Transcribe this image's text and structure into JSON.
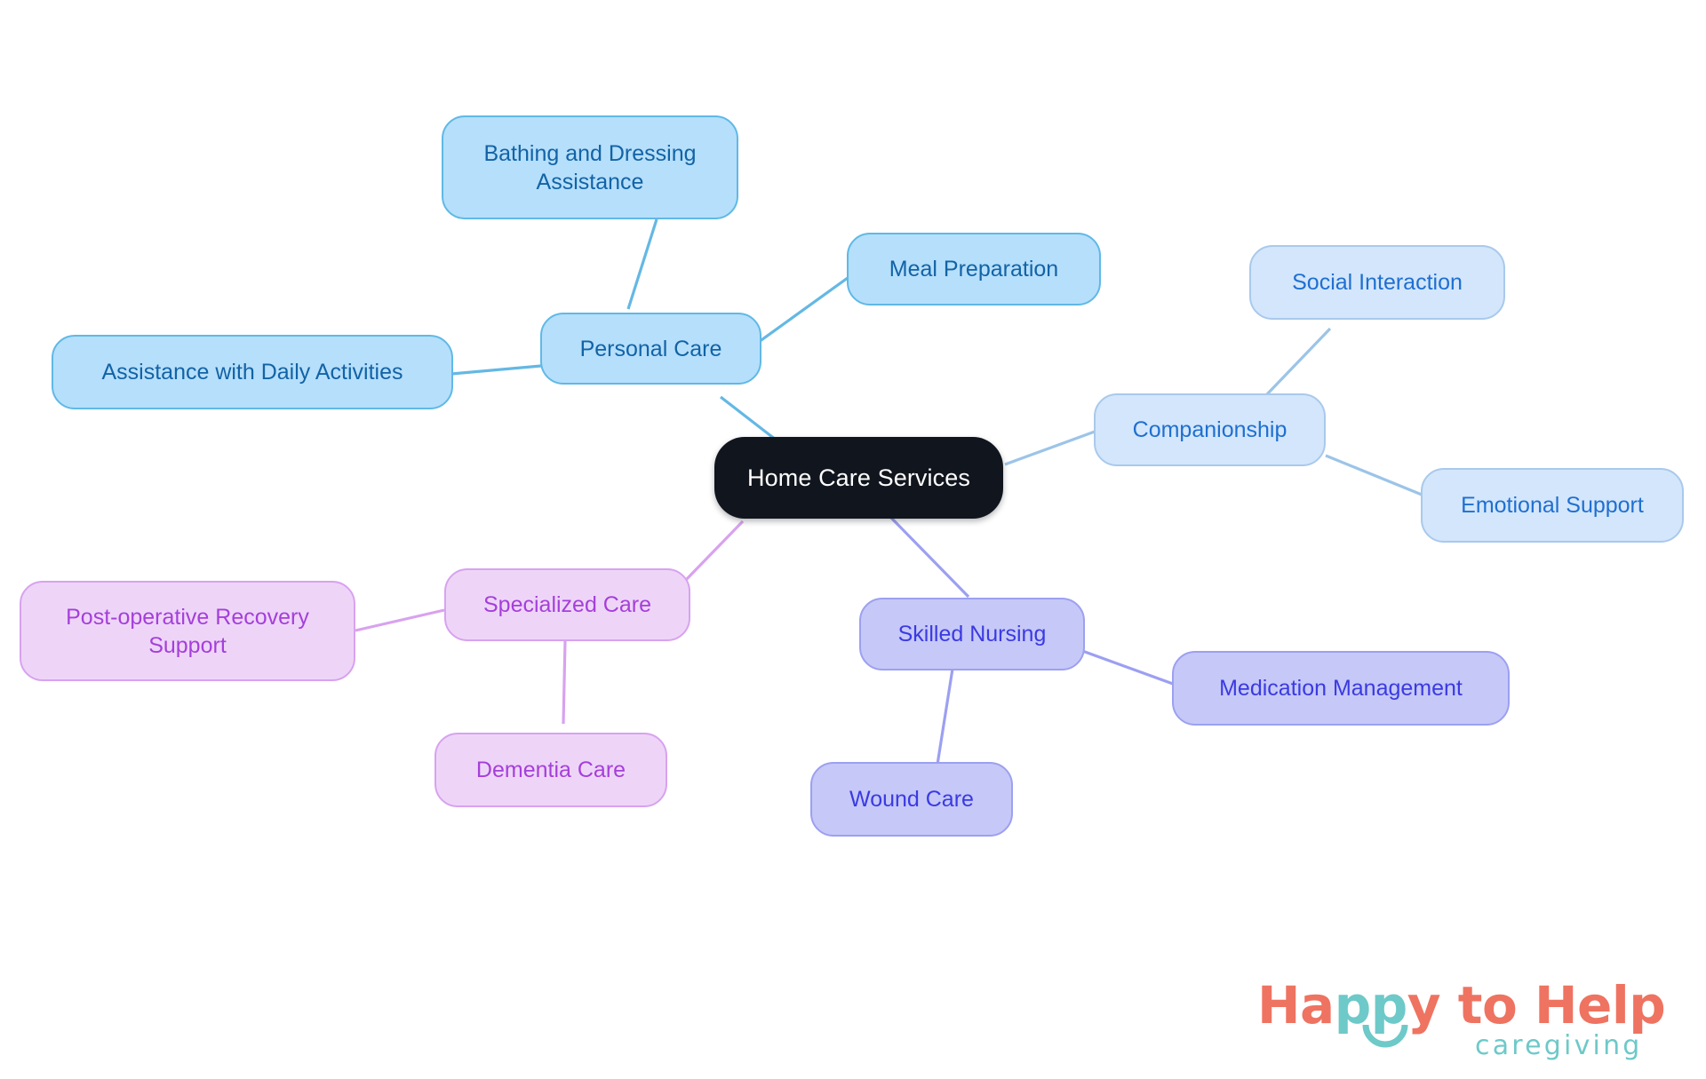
{
  "diagram": {
    "type": "mindmap",
    "title": "Home Care Services",
    "root": {
      "id": "root",
      "label": "Home Care Services",
      "fill": "#11151e",
      "text_color": "#ffffff"
    },
    "branches": [
      {
        "id": "personal-care",
        "label": "Personal Care",
        "family": "personal",
        "fill": "#b6dffb",
        "border": "#5fb9e6",
        "text_color": "#1263a6",
        "children": [
          {
            "id": "bathing-and-dressing-assistance",
            "label": "Bathing and Dressing\nAssistance"
          },
          {
            "id": "meal-preparation",
            "label": "Meal Preparation"
          },
          {
            "id": "assistance-with-daily-activities",
            "label": "Assistance with Daily Activities"
          }
        ]
      },
      {
        "id": "companionship",
        "label": "Companionship",
        "family": "companion",
        "fill": "#d3e6fb",
        "border": "#a9c9ec",
        "text_color": "#1f6fd0",
        "children": [
          {
            "id": "social-interaction",
            "label": "Social Interaction"
          },
          {
            "id": "emotional-support",
            "label": "Emotional Support"
          }
        ]
      },
      {
        "id": "skilled-nursing",
        "label": "Skilled Nursing",
        "family": "nursing",
        "fill": "#c6c8f7",
        "border": "#9ca0f1",
        "text_color": "#3a3ae3",
        "children": [
          {
            "id": "medication-management",
            "label": "Medication Management"
          },
          {
            "id": "wound-care",
            "label": "Wound Care"
          }
        ]
      },
      {
        "id": "specialized-care",
        "label": "Specialized Care",
        "family": "special",
        "fill": "#eed5f8",
        "border": "#d8a2ef",
        "text_color": "#a53fda",
        "children": [
          {
            "id": "post-operative-recovery-support",
            "label": "Post-operative Recovery\nSupport"
          },
          {
            "id": "dementia-care",
            "label": "Dementia Care"
          }
        ]
      }
    ],
    "edge_colors": {
      "personal": "#64b8e4",
      "companion": "#9cc4e8",
      "nursing": "#9ca0f1",
      "special": "#d8a2ef"
    }
  },
  "logo": {
    "word_one": "Ha",
    "word_pp": "pp",
    "word_two": "y to Help",
    "tagline": "caregiving",
    "color_coral": "#ef7361",
    "color_teal": "#6ec9c9"
  },
  "nodes": {
    "root": "Home Care Services",
    "bathing_and_dressing": "Bathing and Dressing\nAssistance",
    "personal_care": "Personal Care",
    "meal_preparation": "Meal Preparation",
    "assistance_daily": "Assistance with Daily Activities",
    "social_interaction": "Social Interaction",
    "companionship": "Companionship",
    "emotional_support": "Emotional Support",
    "skilled_nursing": "Skilled Nursing",
    "medication_management": "Medication Management",
    "wound_care": "Wound Care",
    "specialized_care": "Specialized Care",
    "post_operative": "Post-operative Recovery\nSupport",
    "dementia_care": "Dementia Care"
  }
}
